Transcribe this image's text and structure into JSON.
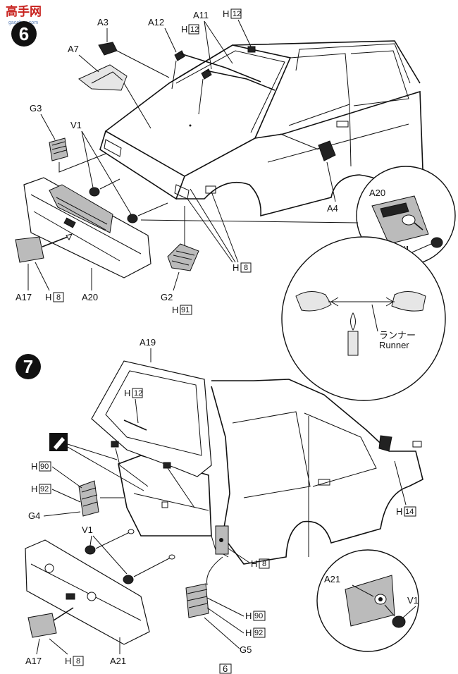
{
  "watermark": {
    "text": "高手网",
    "subtext": "gaoshou.com"
  },
  "page_number": "6",
  "steps": [
    {
      "number": "6"
    },
    {
      "number": "7"
    }
  ],
  "step6_labels": {
    "a3": "A3",
    "a12": "A12",
    "a11": "A11",
    "h12_roof": "H",
    "h12_roof_n": "12",
    "h12_wiper": "H",
    "h12_wiper_n": "12",
    "a7": "A7",
    "g3": "G3",
    "v1": "V1",
    "a4": "A4",
    "a20_inset": "A20",
    "v1_inset": "V1",
    "h8_mid": "H",
    "h8_mid_n": "8",
    "a17": "A17",
    "h8_left": "H",
    "h8_left_n": "8",
    "a20": "A20",
    "g2": "G2",
    "h91": "H",
    "h91_n": "91"
  },
  "runner_inset": {
    "jp": "ランナー",
    "en": "Runner"
  },
  "step7_labels": {
    "a19": "A19",
    "h12": "H",
    "h12_n": "12",
    "h90": "H",
    "h90_n": "90",
    "h92": "H",
    "h92_n": "92",
    "g4": "G4",
    "v1": "V1",
    "h14": "H",
    "h14_n": "14",
    "a21_inset": "A21",
    "v1_inset": "V1",
    "h8_right": "H",
    "h8_right_n": "8",
    "h90_b": "H",
    "h90_b_n": "90",
    "h92_b": "H",
    "h92_b_n": "92",
    "g5": "G5",
    "a17": "A17",
    "h8_left": "H",
    "h8_left_n": "8",
    "a21": "A21"
  },
  "icons": [
    "paint-brush-icon",
    "candle-icon",
    "hands-stretching-icon"
  ]
}
